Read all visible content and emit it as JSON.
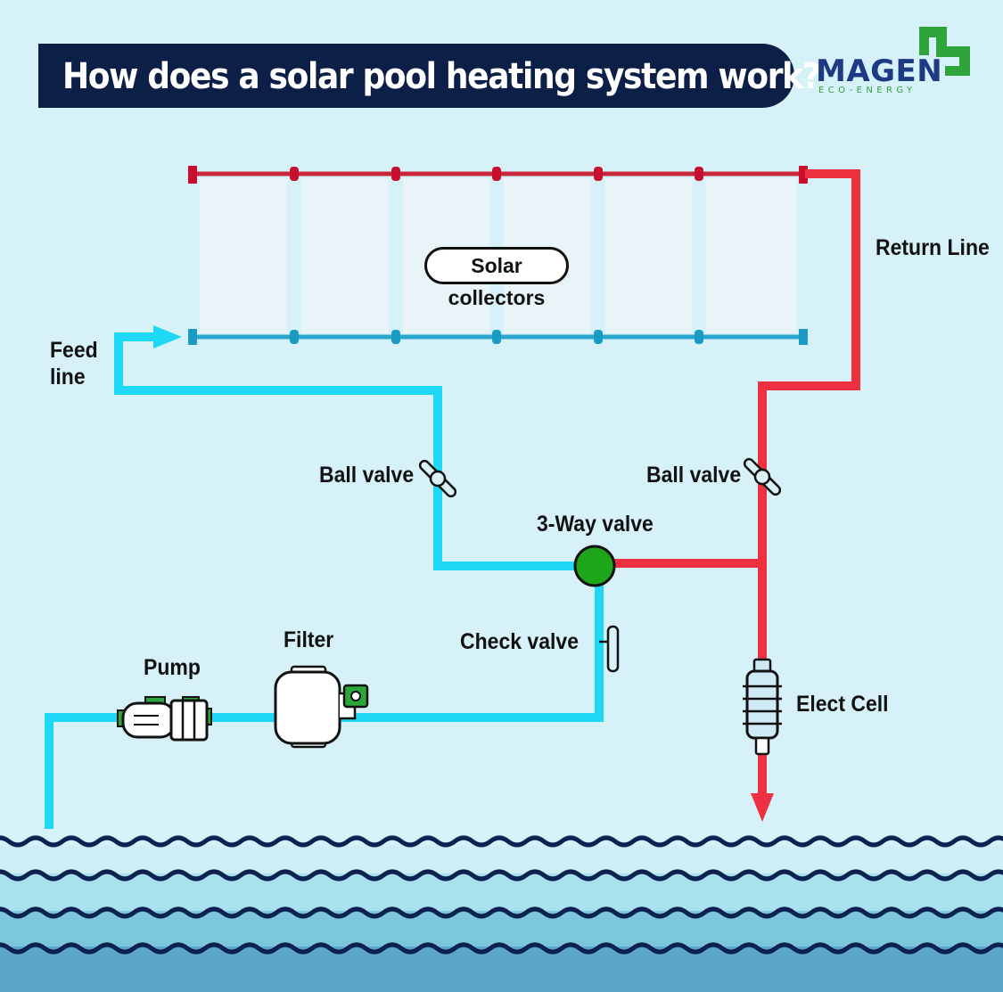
{
  "title": "How does a solar pool heating system work?",
  "logo": {
    "name": "MAGEN",
    "tagline": "ECO-ENERGY",
    "icon": "magen-logo-icon"
  },
  "labels": {
    "solar_collectors": "Solar collectors",
    "return_line": "Return Line",
    "feed_line": "Feed line",
    "ball_valve_feed": "Ball valve",
    "ball_valve_return": "Ball valve",
    "three_way_valve": "3-Way valve",
    "check_valve": "Check valve",
    "filter": "Filter",
    "pump": "Pump",
    "elect_cell": "Elect Cell"
  },
  "colors": {
    "background": "#d6f1f8",
    "title_bar": "#0c1f47",
    "feed_pipe": "#1fd8f5",
    "return_pipe": "#ee3140",
    "valve_green": "#1ea61b",
    "logo_blue": "#1d3a82",
    "logo_green": "#2ea43a",
    "wave_dark": "#0d2250"
  },
  "icons": [
    "ball-valve-icon",
    "three-way-valve-icon",
    "check-valve-icon",
    "filter-icon",
    "pump-icon",
    "elect-cell-icon",
    "arrow-right-icon",
    "arrow-down-icon",
    "wave-icon"
  ]
}
